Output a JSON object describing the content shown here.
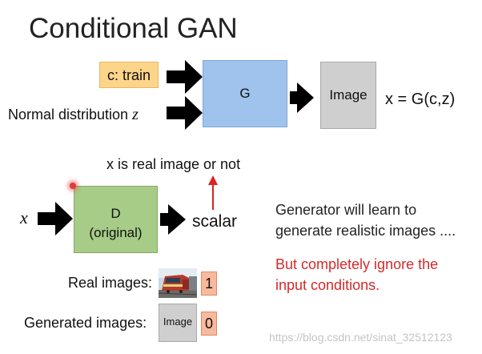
{
  "title": "Conditional GAN",
  "generator": {
    "condition_label": "c: train",
    "noise_label": "Normal distribution",
    "noise_var": "z",
    "g_label": "G",
    "output_label": "Image",
    "equation": "x = G(c,z)"
  },
  "discriminator": {
    "caption": "x is real image or not",
    "input_var": "x",
    "d_label": "D",
    "d_sublabel": "(original)",
    "output_label": "scalar"
  },
  "notes": {
    "line1": "Generator will learn to",
    "line2": "generate realistic images ....",
    "warning_line1": "But completely ignore the",
    "warning_line2": "input conditions."
  },
  "examples": {
    "real_label": "Real images:",
    "real_score": "1",
    "generated_label": "Generated images:",
    "generated_box_label": "Image",
    "generated_score": "0"
  },
  "watermark": "https://blog.csdn.net/sinat_32512123",
  "colors": {
    "condition_box": "#fcd58b",
    "g_box": "#9fc3ec",
    "image_box": "#cfcfcf",
    "d_box": "#a6cc88",
    "score_box": "#f9b99c",
    "warning_text": "#d42a2a",
    "arrow": "#000000",
    "up_arrow": "#e02020"
  }
}
